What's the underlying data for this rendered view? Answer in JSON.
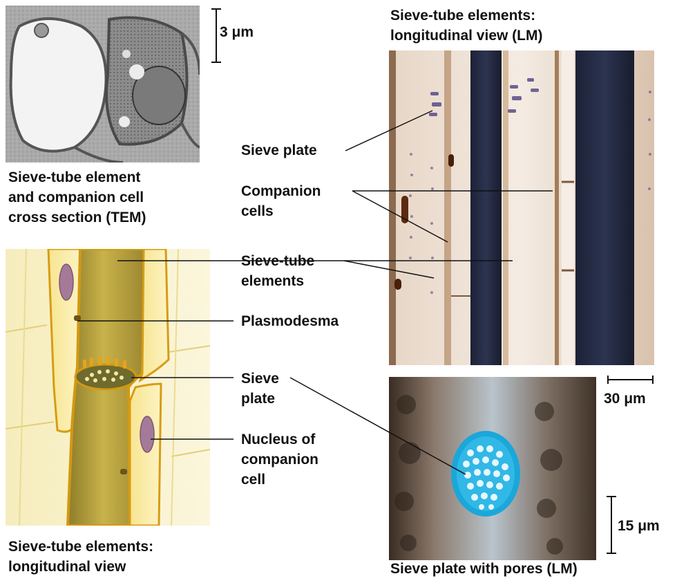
{
  "top_left": {
    "caption": "Sieve-tube element\nand companion cell\ncross section (TEM)",
    "scale_bar": "3 μm"
  },
  "top_right": {
    "caption": "Sieve-tube elements:\nlongitudinal view (LM)",
    "scale_bar": "30 μm"
  },
  "bottom_left": {
    "caption": "Sieve-tube elements:\nlongitudinal view"
  },
  "bottom_right": {
    "caption": "Sieve plate with pores (LM)",
    "scale_bar": "15 μm"
  },
  "labels": {
    "sieve_plate_top": "Sieve plate",
    "companion_cells": "Companion\ncells",
    "sieve_tube_elements": "Sieve-tube\nelements",
    "plasmodesma": "Plasmodesma",
    "sieve_plate_mid": "Sieve\nplate",
    "nucleus": "Nucleus of\ncompanion\ncell"
  }
}
